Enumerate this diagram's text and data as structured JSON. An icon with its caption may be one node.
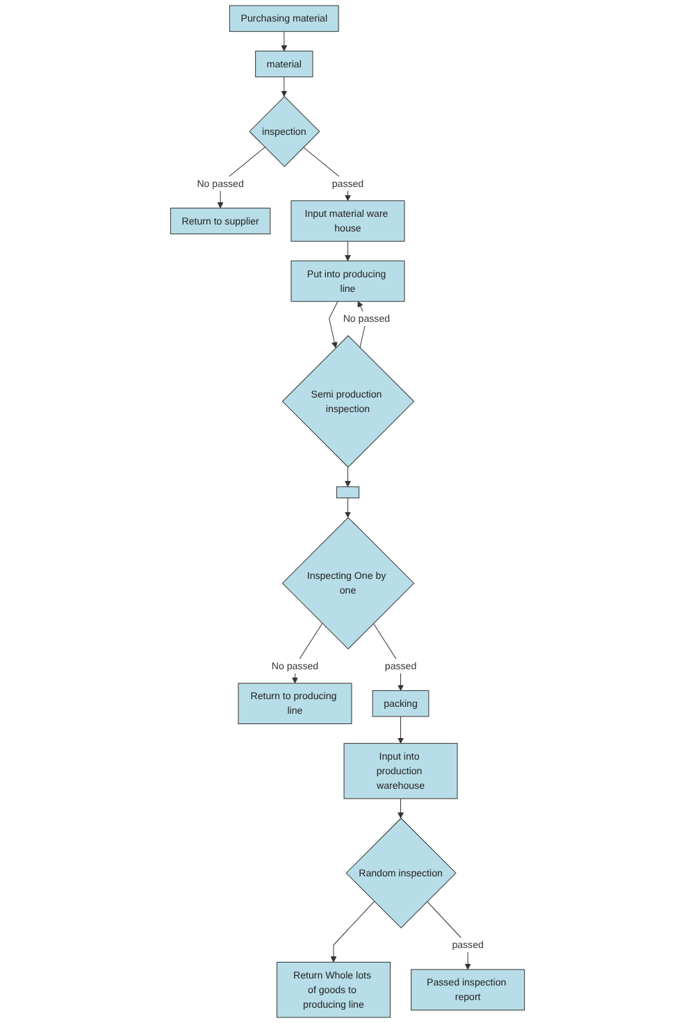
{
  "diagram": {
    "nodes": [
      {
        "text": [
          "Purchasing material"
        ]
      },
      {
        "text": [
          "Return to supplier"
        ]
      },
      {
        "text": [
          "material"
        ]
      },
      {
        "text": [
          "inspection"
        ]
      },
      {
        "text": [
          "Input material ware house"
        ]
      },
      {
        "text": [
          "Put into producing line"
        ]
      },
      {
        "text": [
          "Semi production inspection"
        ]
      },
      {
        "text": [],
        "shape": "box"
      },
      {
        "text": [
          "Return to producing line"
        ]
      },
      {
        "text": [
          "Inspecting One by one"
        ]
      },
      {
        "text": [
          "packing"
        ]
      },
      {
        "text": [
          "Input into production warehouse"
        ]
      },
      {
        "text": [
          "Return Whole lots of goods to producing line"
        ]
      },
      {
        "text": [
          "Random inspection"
        ]
      },
      {
        "text": [
          "Passed inspection report"
        ]
      }
    ],
    "edges": [
      {
        "from": 0,
        "to": 2,
        "arrow": "to"
      },
      {
        "from": 2,
        "to": 3,
        "arrow": "to"
      },
      {
        "from": 3,
        "to": 1,
        "arrow": "to",
        "label": "No passed"
      },
      {
        "from": 3,
        "to": 4,
        "arrow": "to",
        "label": "passed"
      },
      {
        "from": 4,
        "to": 5,
        "arrow": "to"
      },
      {
        "from": 5,
        "to": 6,
        "arrow": "to"
      },
      {
        "from": 6,
        "to": 5,
        "arrow": "to",
        "label": "No passed"
      },
      {
        "from": 6,
        "to": 7,
        "arrow": "to"
      },
      {
        "from": 7,
        "to": 9,
        "arrow": "to"
      },
      {
        "from": 9,
        "to": 8,
        "arrow": "to",
        "label": "No passed"
      },
      {
        "from": 9,
        "to": 10,
        "arrow": "to",
        "label": "passed"
      },
      {
        "from": 10,
        "to": 11,
        "arrow": "to"
      },
      {
        "from": 11,
        "to": 13,
        "arrow": "to"
      },
      {
        "from": 13,
        "to": 12,
        "arrow": "to"
      },
      {
        "from": 13,
        "to": 14,
        "arrow": "to",
        "label": "passed"
      }
    ]
  }
}
